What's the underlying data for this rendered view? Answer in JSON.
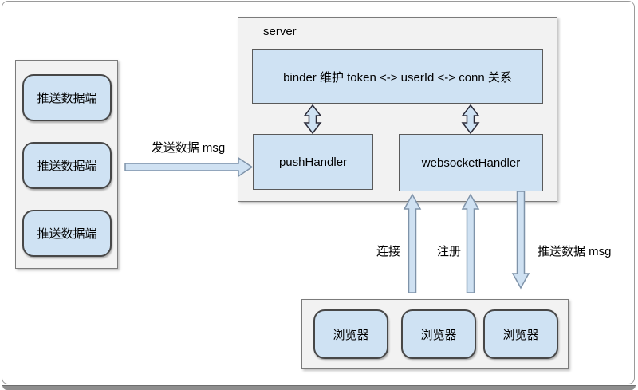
{
  "colors": {
    "box_fill": "#cfe2f3",
    "container_fill": "#f2f2f2",
    "box_border": "#474747",
    "container_border": "#7b7b7b",
    "arrow_fill": "#cfe1f2"
  },
  "push_sources": {
    "items": [
      {
        "label": "推送数据端"
      },
      {
        "label": "推送数据端"
      },
      {
        "label": "推送数据端"
      }
    ]
  },
  "server": {
    "label": "server",
    "binder_label": "binder 维护 token <-> userId <-> conn 关系",
    "push_handler_label": "pushHandler",
    "websocket_handler_label": "websocketHandler"
  },
  "browsers": {
    "items": [
      {
        "label": "浏览器"
      },
      {
        "label": "浏览器"
      },
      {
        "label": "浏览器"
      }
    ]
  },
  "edges": {
    "send_label": "发送数据 msg",
    "connect_label": "连接",
    "register_label": "注册",
    "push_label": "推送数据 msg"
  }
}
